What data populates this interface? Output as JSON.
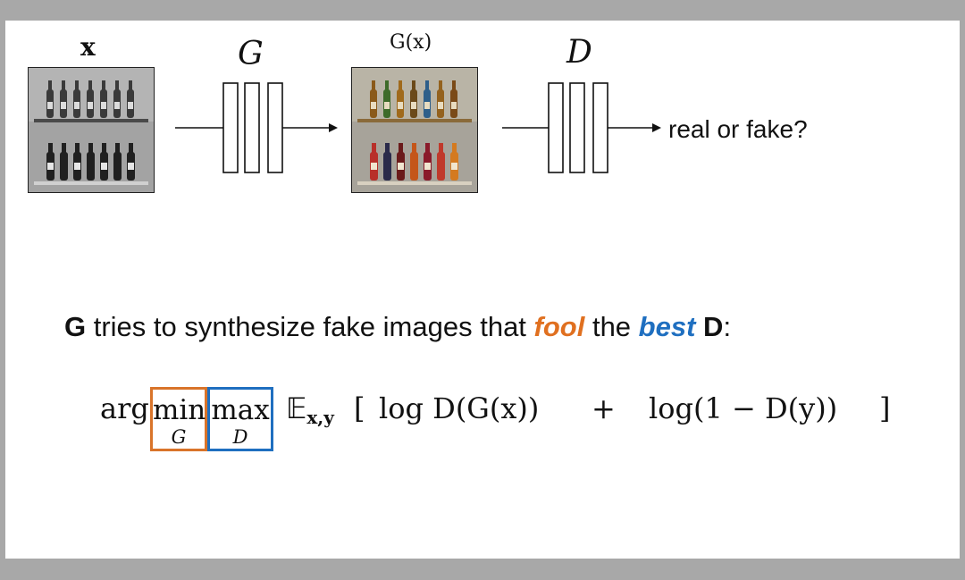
{
  "diagram": {
    "input_label": "x",
    "generator_label": "G",
    "output_label": "G(x)",
    "discriminator_label": "D",
    "question": "real or fake?"
  },
  "caption": {
    "g": "G",
    "text1": " tries to synthesize fake images that ",
    "fool": "fool",
    "text2": " the ",
    "best": "best",
    "text3": " ",
    "d": "D",
    "colon": ":"
  },
  "formula": {
    "arg": "arg",
    "min": "min",
    "min_sub": "G",
    "max": "max",
    "max_sub": "D",
    "expect": "𝔼",
    "expect_sub": "x,y",
    "lbracket": "[",
    "term1": "log D(G(x))",
    "plus": "+",
    "term2": "log(1 − D(y))",
    "rbracket": "]"
  },
  "colors": {
    "min_box": "#d9742a",
    "max_box": "#1f6fc0",
    "fool": "#e07020",
    "best": "#1f6fc0"
  }
}
